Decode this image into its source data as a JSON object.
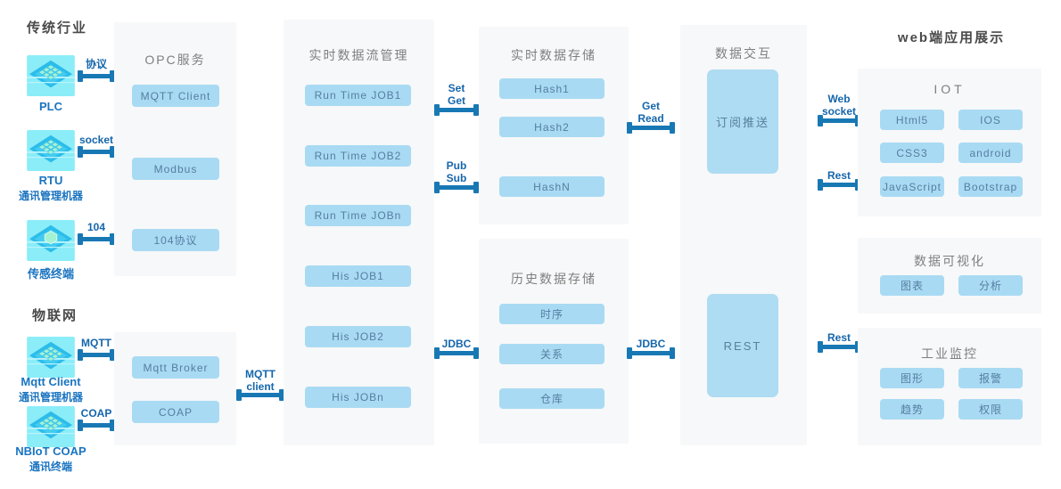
{
  "headers": {
    "traditional": "传统行业",
    "iot_net": "物联网",
    "web": "web端应用展示"
  },
  "devices": [
    {
      "label": "PLC",
      "conn": "协议"
    },
    {
      "label": "RTU",
      "sub": "通讯管理机器",
      "conn": "socket"
    },
    {
      "label": "传感终端",
      "conn": "104"
    },
    {
      "label": "Mqtt Client",
      "sub": "通讯管理机器",
      "conn": "MQTT"
    },
    {
      "label": "NBIoT COAP",
      "sub": "通讯终端",
      "conn": "COAP"
    }
  ],
  "panels": {
    "opc": {
      "title": "OPC服务",
      "items": [
        "MQTT Client",
        "Modbus",
        "104协议"
      ]
    },
    "broker": {
      "items": [
        "Mqtt Broker",
        "COAP"
      ]
    },
    "stream": {
      "title": "实时数据流管理",
      "items": [
        "Run Time JOB1",
        "Run Time JOB2",
        "Run Time JOBn",
        "His JOB1",
        "His JOB2",
        "His JOBn"
      ]
    },
    "realtime": {
      "title": "实时数据存储",
      "items": [
        "Hash1",
        "Hash2",
        "HashN"
      ]
    },
    "history": {
      "title": "历史数据存储",
      "items": [
        "时序",
        "关系",
        "仓库"
      ]
    },
    "exchange": {
      "title": "数据交互",
      "items": [
        "订阅推送",
        "REST"
      ]
    },
    "iot": {
      "title": "IOT",
      "items": [
        "Html5",
        "IOS",
        "CSS3",
        "android",
        "JavaScript",
        "Bootstrap"
      ]
    },
    "visual": {
      "title": "数据可视化",
      "items": [
        "图表",
        "分析"
      ]
    },
    "monitor": {
      "title": "工业监控",
      "items": [
        "图形",
        "报警",
        "趋势",
        "权限"
      ]
    }
  },
  "connectors": {
    "set_get": {
      "l1": "Set",
      "l2": "Get"
    },
    "pub_sub": {
      "l1": "Pub",
      "l2": "Sub"
    },
    "jdbc_left": {
      "l1": "JDBC"
    },
    "get_read": {
      "l1": "Get",
      "l2": "Read"
    },
    "jdbc_right": {
      "l1": "JDBC"
    },
    "mqtt_client": {
      "l1": "MQTT",
      "l2": "client"
    },
    "web_socket": {
      "l1": "Web",
      "l2": "socket"
    },
    "rest_top": {
      "l1": "Rest"
    },
    "rest_bottom": {
      "l1": "Rest"
    }
  },
  "colors": {
    "accent_blue": "#1878b4",
    "node_fill": "#a9daf3",
    "panel_bg": "#f7f8f9",
    "icon_bg": "#8aedf8",
    "label_blue": "#1a74c0"
  }
}
